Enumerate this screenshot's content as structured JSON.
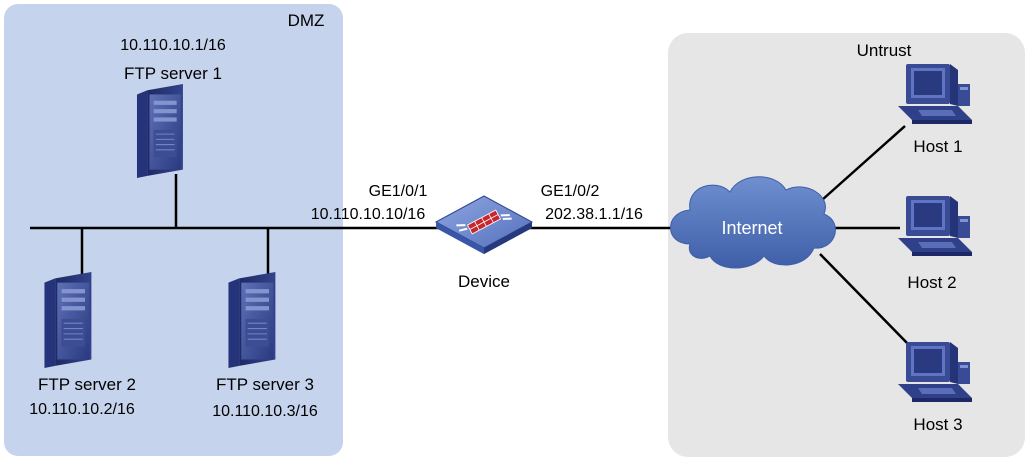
{
  "zones": {
    "dmz": {
      "label": "DMZ",
      "color": "#c5d3ec"
    },
    "untrust": {
      "label": "Untrust",
      "color": "#e6e6e6"
    }
  },
  "device": {
    "label": "Device",
    "port_left": {
      "name": "GE1/0/1",
      "ip": "10.110.10.10/16"
    },
    "port_right": {
      "name": "GE1/0/2",
      "ip": "202.38.1.1/16"
    }
  },
  "servers": [
    {
      "name": "FTP server 1",
      "ip": "10.110.10.1/16"
    },
    {
      "name": "FTP server 2",
      "ip": "10.110.10.2/16"
    },
    {
      "name": "FTP server 3",
      "ip": "10.110.10.3/16"
    }
  ],
  "internet": {
    "label": "Internet",
    "color": "#4a6fb3"
  },
  "hosts": [
    {
      "name": "Host 1"
    },
    {
      "name": "Host 2"
    },
    {
      "name": "Host 3"
    }
  ],
  "icons": {
    "server": "ftp-server-icon",
    "device": "firewall-icon",
    "cloud": "cloud-icon",
    "host": "pc-host-icon"
  }
}
